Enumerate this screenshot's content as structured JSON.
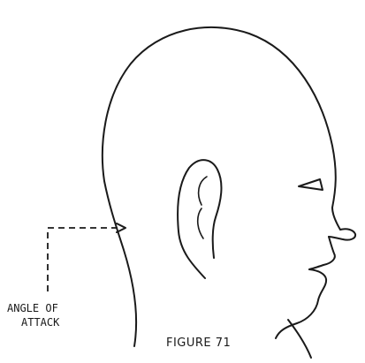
{
  "annotation": {
    "line1": "ANGLE OF",
    "line2": "ATTACK"
  },
  "caption": "FIGURE 71"
}
